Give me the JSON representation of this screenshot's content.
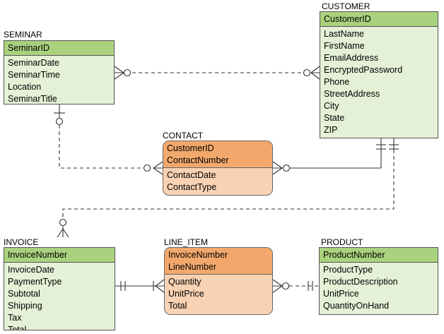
{
  "entities": {
    "seminar": {
      "name": "SEMINAR",
      "key": [
        "SeminarID"
      ],
      "attributes": [
        "SeminarDate",
        "SeminarTime",
        "Location",
        "SeminarTitle"
      ]
    },
    "customer": {
      "name": "CUSTOMER",
      "key": [
        "CustomerID"
      ],
      "attributes": [
        "LastName",
        "FirstName",
        "EmailAddress",
        "EncryptedPassword",
        "Phone",
        "StreetAddress",
        "City",
        "State",
        "ZIP"
      ]
    },
    "contact": {
      "name": "CONTACT",
      "key": [
        "CustomerID",
        "ContactNumber"
      ],
      "attributes": [
        "ContactDate",
        "ContactType"
      ]
    },
    "invoice": {
      "name": "INVOICE",
      "key": [
        "InvoiceNumber"
      ],
      "attributes": [
        "InvoiceDate",
        "PaymentType",
        "Subtotal",
        "Shipping",
        "Tax",
        "Total"
      ]
    },
    "line_item": {
      "name": "LINE_ITEM",
      "key": [
        "InvoiceNumber",
        "LineNumber"
      ],
      "attributes": [
        "Quantity",
        "UnitPrice",
        "Total"
      ]
    },
    "product": {
      "name": "PRODUCT",
      "key": [
        "ProductNumber"
      ],
      "attributes": [
        "ProductType",
        "ProductDescription",
        "UnitPrice",
        "QuantityOnHand"
      ]
    }
  },
  "colors": {
    "strong_entity_header": "#aad27e",
    "strong_entity_body": "#e4f1d6",
    "weak_entity_header": "#f2a86c",
    "weak_entity_body": "#f8d2b3"
  }
}
